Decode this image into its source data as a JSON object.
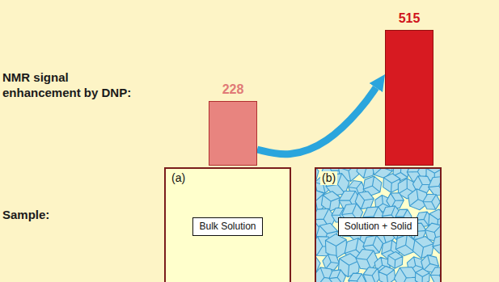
{
  "diagram": {
    "nodes": [
      {
        "text": [
          "228"
        ]
      },
      {
        "text": [
          "515"
        ]
      },
      {
        "text": [
          "(a)"
        ]
      },
      {
        "text": [
          "Bulk Solution"
        ],
        "in": 2
      },
      {
        "text": [
          "(b)"
        ]
      },
      {
        "text": [
          "Solution + Solid"
        ],
        "in": 4
      }
    ],
    "edges": [
      {
        "from": 0,
        "to": 1,
        "arrow": "to"
      }
    ],
    "labels": [
      "NMR signal enhancement by DNP:",
      "Sample:"
    ]
  }
}
